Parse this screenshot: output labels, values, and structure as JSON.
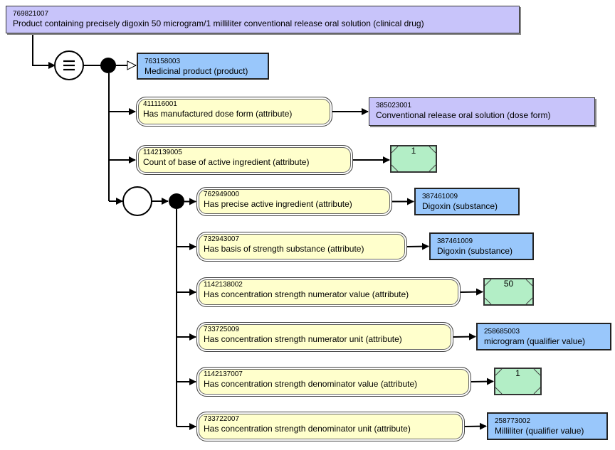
{
  "diagram": {
    "focus_concept": {
      "code": "769821007",
      "label": "Product containing precisely digoxin 50 microgram/1 milliliter conventional release oral solution (clinical drug)",
      "style": "defined"
    },
    "definition_status_icon": "equivalent-icon",
    "parents": [
      {
        "code": "763158003",
        "label": "Medicinal product (product)",
        "style": "primitive"
      }
    ],
    "ungrouped_attributes": [
      {
        "attribute": {
          "code": "411116001",
          "label": "Has manufactured dose form (attribute)"
        },
        "value": {
          "type": "concept",
          "code": "385023001",
          "label": "Conventional release oral solution (dose form)",
          "style": "defined"
        }
      },
      {
        "attribute": {
          "code": "1142139005",
          "label": "Count of base of active ingredient (attribute)"
        },
        "value": {
          "type": "concrete",
          "label": "1"
        }
      }
    ],
    "role_groups": [
      {
        "attributes": [
          {
            "attribute": {
              "code": "762949000",
              "label": "Has precise active ingredient (attribute)"
            },
            "value": {
              "type": "concept",
              "code": "387461009",
              "label": "Digoxin (substance)",
              "style": "primitive"
            }
          },
          {
            "attribute": {
              "code": "732943007",
              "label": "Has basis of strength substance (attribute)"
            },
            "value": {
              "type": "concept",
              "code": "387461009",
              "label": "Digoxin (substance)",
              "style": "primitive"
            }
          },
          {
            "attribute": {
              "code": "1142138002",
              "label": "Has concentration strength numerator value (attribute)"
            },
            "value": {
              "type": "concrete",
              "label": "50"
            }
          },
          {
            "attribute": {
              "code": "733725009",
              "label": "Has concentration strength numerator unit (attribute)"
            },
            "value": {
              "type": "concept",
              "code": "258685003",
              "label": "microgram (qualifier value)",
              "style": "primitive"
            }
          },
          {
            "attribute": {
              "code": "1142137007",
              "label": "Has concentration strength denominator value (attribute)"
            },
            "value": {
              "type": "concrete",
              "label": "1"
            }
          },
          {
            "attribute": {
              "code": "733722007",
              "label": "Has concentration strength denominator unit (attribute)"
            },
            "value": {
              "type": "concept",
              "code": "258773002",
              "label": "Milliliter (qualifier value)",
              "style": "primitive"
            }
          }
        ]
      }
    ],
    "colors": {
      "defined_concept": "#c8c4fa",
      "primitive_concept": "#99c7fb",
      "attribute": "#ffffcc",
      "concrete_value": "#b3eec6",
      "line": "#000000"
    }
  }
}
